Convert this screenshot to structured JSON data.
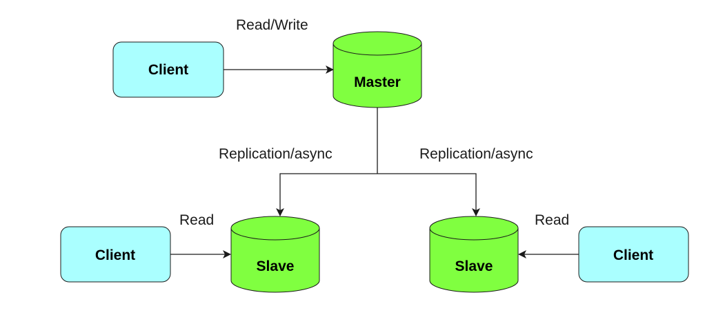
{
  "colors": {
    "client_fill": "#aaffff",
    "database_fill": "#80ff40",
    "stroke": "#1a1a1a"
  },
  "nodes": {
    "client_top": {
      "label": "Client"
    },
    "master": {
      "label": "Master"
    },
    "client_left": {
      "label": "Client"
    },
    "slave_left": {
      "label": "Slave"
    },
    "slave_right": {
      "label": "Slave"
    },
    "client_right": {
      "label": "Client"
    }
  },
  "edges": {
    "client_to_master": {
      "label": "Read/Write"
    },
    "master_to_slave_left": {
      "label": "Replication/async"
    },
    "master_to_slave_right": {
      "label": "Replication/async"
    },
    "client_left_to_slave": {
      "label": "Read"
    },
    "client_right_to_slave": {
      "label": "Read"
    }
  }
}
